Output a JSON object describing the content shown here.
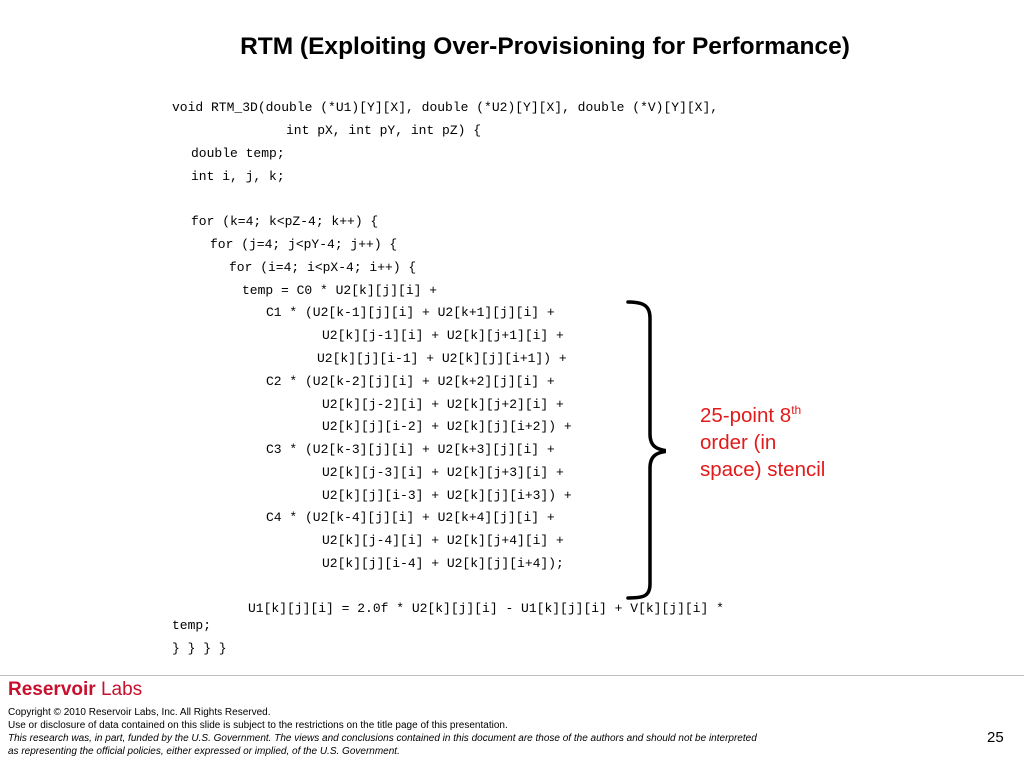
{
  "slide": {
    "title": "RTM (Exploiting Over-Provisioning for Performance)",
    "code_lines": [
      "void RTM_3D(double (*U1)[Y][X], double (*U2)[Y][X], double (*V)[Y][X],",
      "int pX, int pY, int pZ) {",
      "double temp;",
      "int i, j, k;",
      "for (k=4; k<pZ-4; k++) {",
      "for (j=4; j<pY-4; j++) {",
      "for (i=4; i<pX-4; i++) {",
      "temp = C0 * U2[k][j][i] +",
      "C1 * (U2[k-1][j][i] + U2[k+1][j][i] +",
      "U2[k][j-1][i] + U2[k][j+1][i] +",
      "U2[k][j][i-1] + U2[k][j][i+1]) +",
      "C2 * (U2[k-2][j][i] + U2[k+2][j][i] +",
      "U2[k][j-2][i] + U2[k][j+2][i] +",
      "U2[k][j][i-2] + U2[k][j][i+2]) +",
      "C3 * (U2[k-3][j][i] + U2[k+3][j][i] +",
      "U2[k][j-3][i] + U2[k][j+3][i] +",
      "U2[k][j][i-3] + U2[k][j][i+3]) +",
      "C4 * (U2[k-4][j][i] + U2[k+4][j][i] +",
      "U2[k][j-4][i] + U2[k][j+4][i] +",
      "U2[k][j][i-4] + U2[k][j][i+4]);",
      "U1[k][j][i] = 2.0f * U2[k][j][i] - U1[k][j][i] + V[k][j][i] *",
      "temp;",
      "} } } }"
    ],
    "annotation": {
      "line1_text": "25-point 8",
      "line1_superscript": "th",
      "line2": "order (in",
      "line3": "space) stencil",
      "color": "#e21a1a"
    },
    "page_number": "25"
  },
  "footer": {
    "logo_strong": "Reservoir",
    "logo_light": "Labs",
    "logo_color": "#c8102e",
    "copyright": "Copyright © 2010 Reservoir Labs, Inc.  All Rights Reserved.",
    "disclosure": "Use or disclosure of data contained on this slide is subject to the restrictions on the title page of this presentation.",
    "funding_line1": "This research was, in part, funded by the U.S. Government.  The views and conclusions contained in this document are those of the authors and should not be interpreted",
    "funding_line2": "as representing the official policies, either expressed or implied, of the U.S. Government."
  }
}
